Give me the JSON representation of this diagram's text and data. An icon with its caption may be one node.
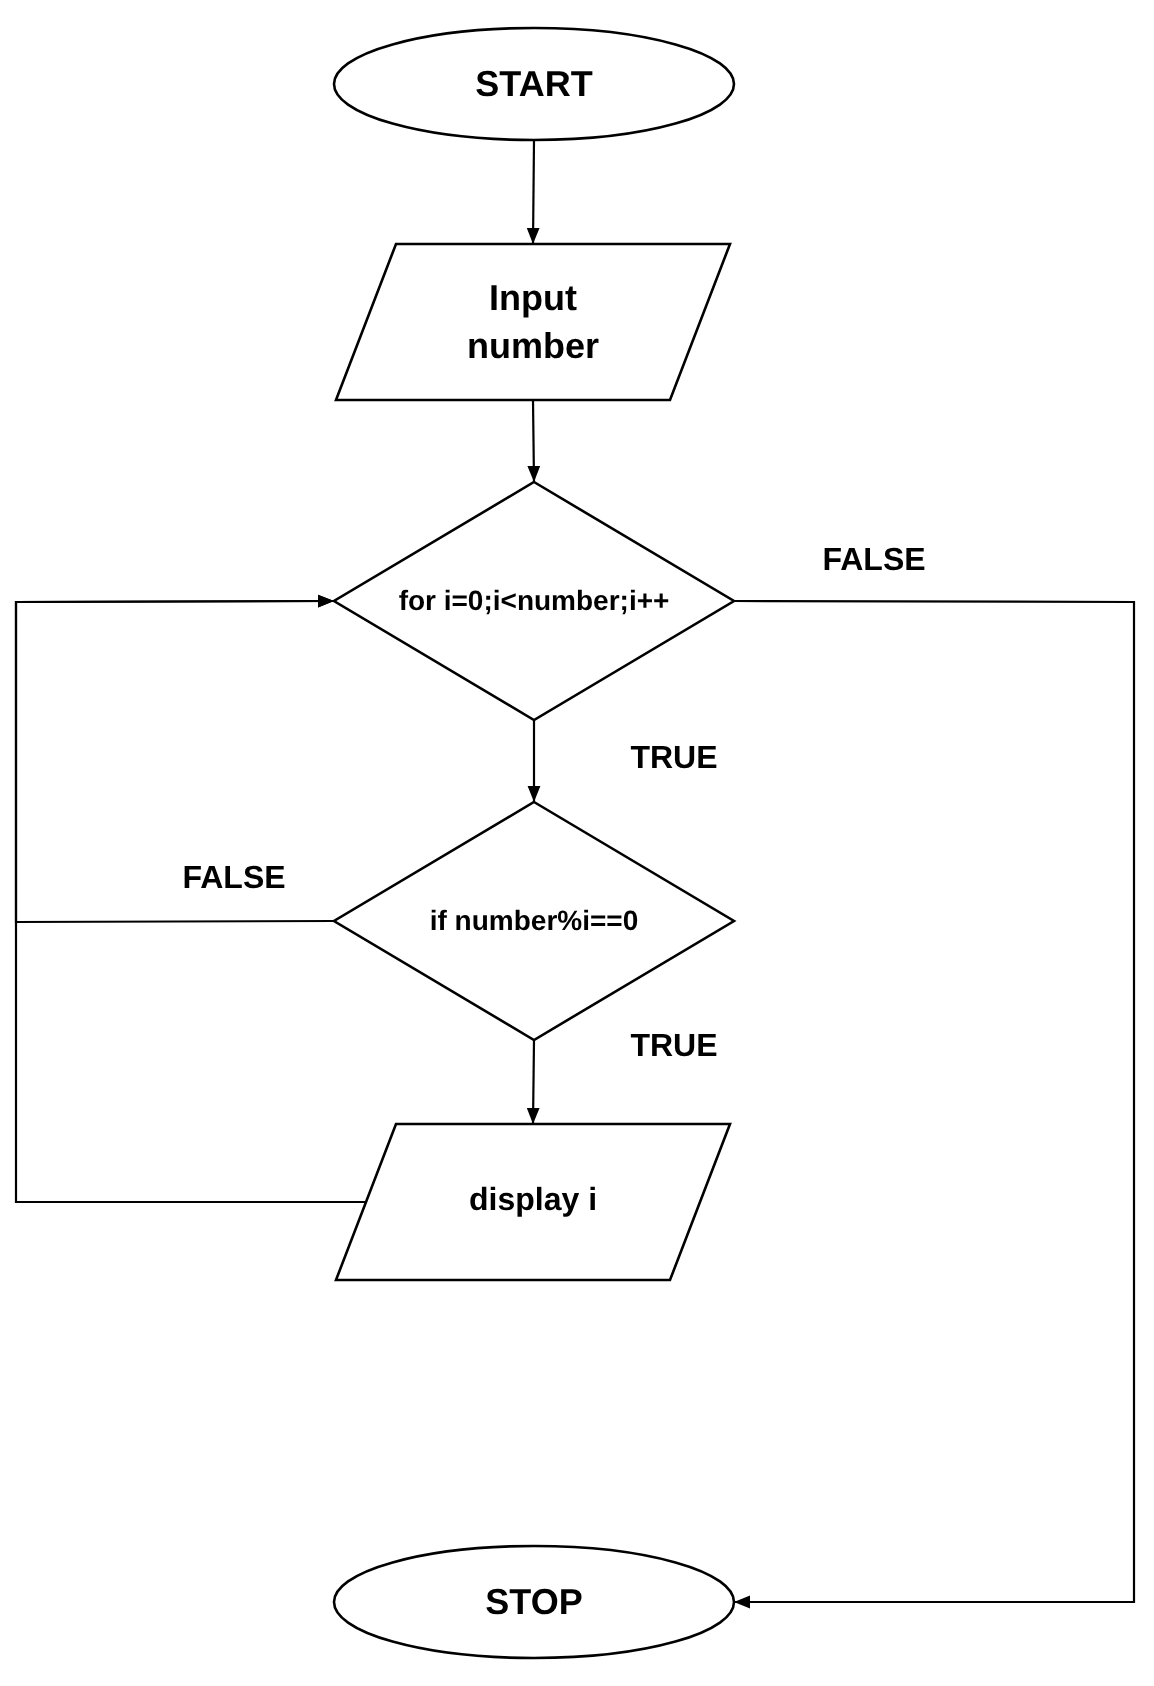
{
  "diagram": {
    "nodes": [
      {
        "text": [
          "START"
        ]
      },
      {
        "text": [
          "Input number"
        ]
      },
      {
        "text": [
          "for i=0;i<number;i++"
        ]
      },
      {
        "text": [
          "if number%i==0"
        ]
      },
      {
        "text": [
          "display i"
        ]
      },
      {
        "text": [
          "STOP"
        ]
      }
    ],
    "edges": [
      {
        "from": 0,
        "to": 1,
        "arrow": "to"
      },
      {
        "from": 1,
        "to": 2,
        "arrow": "to"
      },
      {
        "from": 2,
        "to": 3,
        "arrow": "to",
        "label": "TRUE"
      },
      {
        "from": 3,
        "to": 4,
        "arrow": "to",
        "label": "TRUE"
      },
      {
        "from": 4,
        "to": 2,
        "arrow": "to"
      },
      {
        "from": 3,
        "to": 2,
        "arrow": "to",
        "label": "FALSE"
      },
      {
        "from": 2,
        "to": 5,
        "arrow": "to",
        "label": "FALSE"
      }
    ]
  }
}
